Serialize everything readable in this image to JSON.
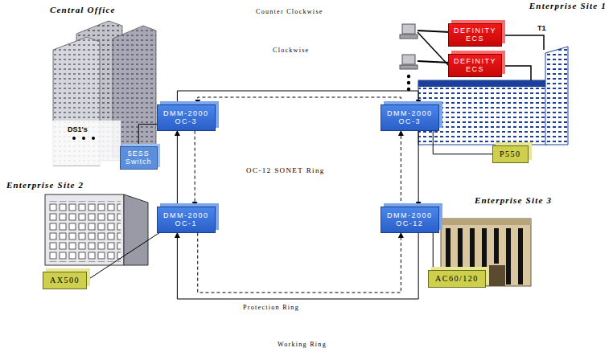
{
  "diagram": {
    "nodes": [
      {
        "text": [
          "DEFINITY ECS"
        ]
      },
      {
        "text": [
          "DEFINITY ECS"
        ]
      },
      {
        "text": [
          "DMM-2000",
          "OC-3"
        ]
      },
      {
        "text": [
          "DMM-2000",
          "OC-3"
        ]
      },
      {
        "text": [
          "5ESS Switch"
        ]
      },
      {
        "text": [
          "P550"
        ]
      },
      {
        "text": [
          "DMM-2000",
          "OC-1"
        ]
      },
      {
        "text": [
          "DMM-2000",
          "OC-12"
        ]
      },
      {
        "text": [
          "AX500"
        ]
      },
      {
        "text": [
          "AC60/120"
        ]
      }
    ],
    "edges": [
      {
        "from": 2,
        "to": 3,
        "arrow": "to"
      },
      {
        "from": 3,
        "to": 2,
        "arrow": "to"
      },
      {
        "from": 3,
        "to": 7,
        "arrow": "to"
      },
      {
        "from": 7,
        "to": 3,
        "arrow": "to"
      },
      {
        "from": 7,
        "to": 6,
        "arrow": "to"
      },
      {
        "from": 6,
        "to": 7,
        "arrow": "to"
      },
      {
        "from": 6,
        "to": 2,
        "arrow": "to"
      },
      {
        "from": 2,
        "to": 6,
        "arrow": "to"
      },
      {
        "from": 2,
        "to": 4,
        "arrow": "none"
      },
      {
        "from": 3,
        "to": 5,
        "arrow": "none"
      },
      {
        "from": 6,
        "to": 8,
        "arrow": "none"
      },
      {
        "from": 7,
        "to": 9,
        "arrow": "none"
      }
    ],
    "labels": [
      "Central Office",
      "Enterprise Site 1",
      "Counter Clockwise",
      "Clockwise",
      "T1",
      "DS1's",
      "OC-12 SONET Ring",
      "Enterprise Site 2",
      "Enterprise Site 3",
      "Protection Ring",
      "Working Ring"
    ]
  }
}
